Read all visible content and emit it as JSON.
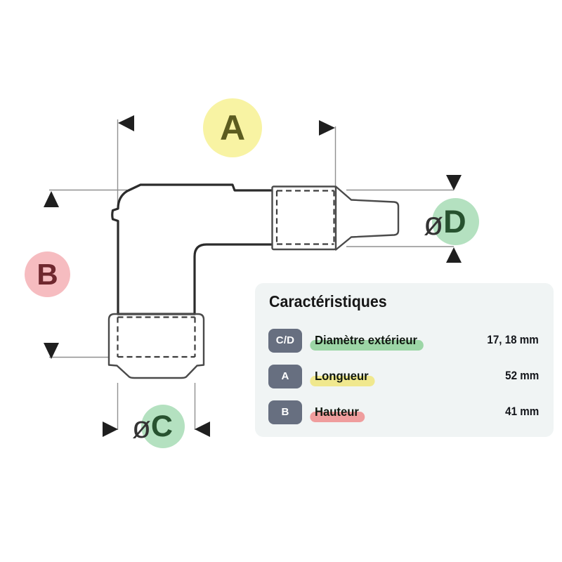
{
  "diagram": {
    "label_a": {
      "letter": "A",
      "circle_color": "#f8f3a3",
      "letter_color": "#5c5c20"
    },
    "label_b": {
      "letter": "B",
      "circle_color": "#f6bcc0",
      "letter_color": "#6f272e"
    },
    "label_c": {
      "diameter_symbol": "ø",
      "letter": "C",
      "circle_color": "#b4e1c0",
      "letter_color": "#27522f",
      "symbol_color": "#333333"
    },
    "label_d": {
      "diameter_symbol": "ø",
      "letter": "D",
      "circle_color": "#b4e1c0",
      "letter_color": "#27522f",
      "symbol_color": "#333333"
    }
  },
  "panel": {
    "title": "Caractéristiques",
    "background_color": "#f0f4f4",
    "badge_color": "#676f80",
    "rows": [
      {
        "badge": "C/D",
        "label": "Diamètre extérieur",
        "value": "17, 18 mm",
        "highlight_color": "#9cd6a6"
      },
      {
        "badge": "A",
        "label": "Longueur",
        "value": "52 mm",
        "highlight_color": "#f0e88e"
      },
      {
        "badge": "B",
        "label": "Hauteur",
        "value": "41 mm",
        "highlight_color": "#ef9d9d"
      }
    ]
  }
}
